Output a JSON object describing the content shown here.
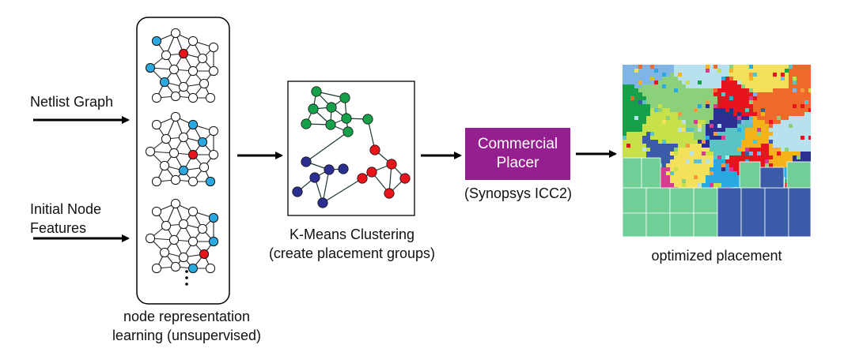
{
  "inputs": {
    "netlist_graph": "Netlist Graph",
    "initial_node_features_line1": "Initial Node",
    "initial_node_features_line2": "Features"
  },
  "representation": {
    "caption_line1": "node representation",
    "caption_line2": "learning (unsupervised)"
  },
  "clustering": {
    "caption_line1": "K-Means Clustering",
    "caption_line2": "(create placement groups)"
  },
  "placer": {
    "label_line1": "Commercial",
    "label_line2": "Placer",
    "tool": "(Synopsys ICC2)"
  },
  "output": {
    "caption": "optimized placement"
  },
  "colors": {
    "node_blue": "#29a9e0",
    "node_red": "#e8141c",
    "cluster_green": "#16a04a",
    "cluster_red": "#e8141c",
    "cluster_navy": "#2b2f8f",
    "placer_purple": "#93208e",
    "macro_green": "#6fcf97",
    "macro_blue": "#3b5ba9"
  }
}
